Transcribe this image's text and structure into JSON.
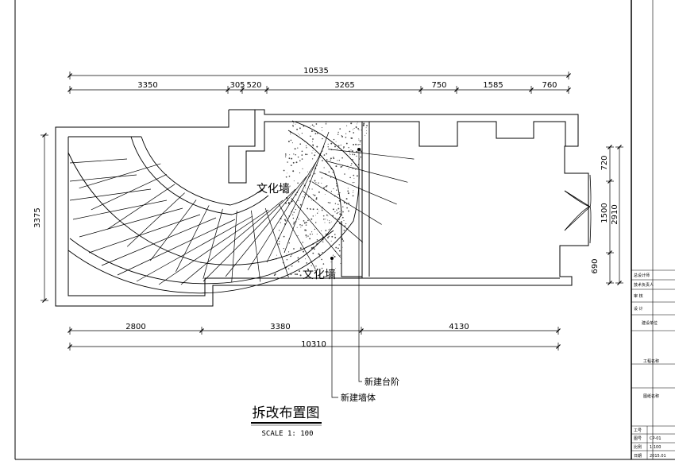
{
  "drawing": {
    "title": "拆改布置图",
    "scale": "SCALE 1: 100"
  },
  "dims_top": {
    "overall": "10535",
    "segments": [
      "3350",
      "305",
      "520",
      "3265",
      "750",
      "1585",
      "760"
    ]
  },
  "dims_bottom": {
    "overall": "10310",
    "segments": [
      "2800",
      "3380",
      "4130"
    ]
  },
  "dims_left": {
    "overall": "3375"
  },
  "dims_right": {
    "overall": "2910",
    "segments": [
      "720",
      "1500",
      "690"
    ]
  },
  "labels": {
    "culture_wall_1": "文化墙",
    "culture_wall_2": "文化墙",
    "new_step": "新建台阶",
    "new_wall": "新建墙体"
  },
  "title_block": {
    "rows": [
      "总设计师",
      "技术负责人",
      "审 核",
      "设 计",
      "建设单位",
      "工程名称",
      "图纸名称"
    ],
    "project_no_label": "工号",
    "drawing_no_label": "图号",
    "drawing_no_value": "CP-01",
    "scale_label": "比例",
    "scale_value": "1:100",
    "date_label": "日期",
    "date_value": "2015.01"
  },
  "colors": {
    "line": "#000000",
    "background": "#ffffff"
  }
}
